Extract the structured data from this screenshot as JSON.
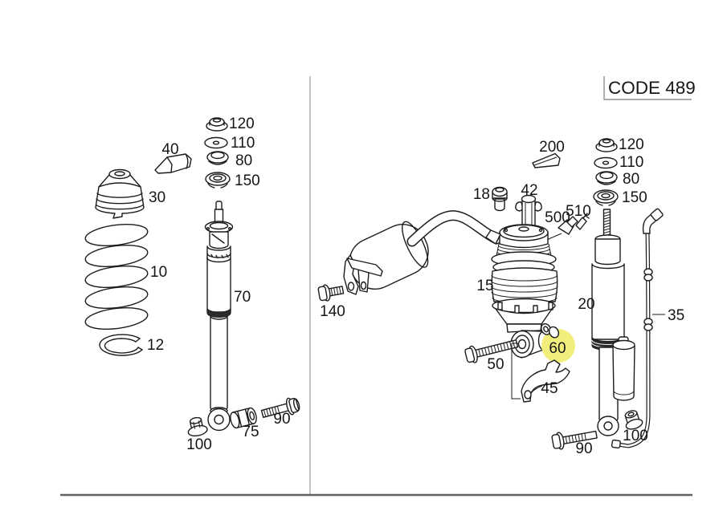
{
  "code_box": {
    "label": "CODE 489"
  },
  "highlight": {
    "fill": "#f1ee7c",
    "text_color": "#8e8747"
  },
  "labels": {
    "l120": "120",
    "l110": "110",
    "l80": "80",
    "l150": "150",
    "l40": "40",
    "l30": "30",
    "l10": "10",
    "l12": "12",
    "l70": "70",
    "l90": "90",
    "l75": "75",
    "l100": "100",
    "r200": "200",
    "r18": "18",
    "r42": "42",
    "r500": "500",
    "r510": "510",
    "r120": "120",
    "r110": "110",
    "r80": "80",
    "r150": "150",
    "r15": "15",
    "r20": "20",
    "r35": "35",
    "r140": "140",
    "r50": "50",
    "r60": "60",
    "r45": "45",
    "r90": "90",
    "r100": "100"
  }
}
